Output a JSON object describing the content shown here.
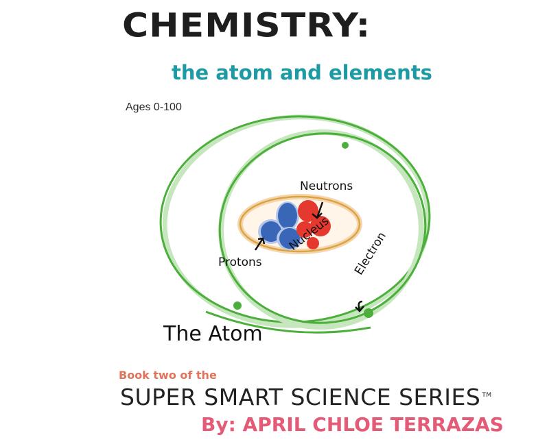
{
  "cover": {
    "title": "CHEMISTRY:",
    "subtitle": "the atom and elements",
    "ages": "Ages 0-100",
    "series_intro": "Book two of the",
    "series_name": "SUPER SMART SCIENCE SERIES",
    "trademark": "TM",
    "author": "By: APRIL CHLOE TERRAZAS"
  },
  "diagram": {
    "caption": "The Atom",
    "labels": {
      "neutrons": "Neutrons",
      "protons": "Protons",
      "nucleus": "Nucleus",
      "electron": "Electron"
    },
    "colors": {
      "orbit": "#4caf3c",
      "orbit_light": "#b9dfb0",
      "nucleus_ring": "#d9a441",
      "proton": "#3a66b8",
      "neutron": "#e5392f",
      "title": "#1e1e1e",
      "subtitle": "#1d9aa3",
      "series_intro": "#e0745a",
      "author": "#e35b77"
    }
  }
}
